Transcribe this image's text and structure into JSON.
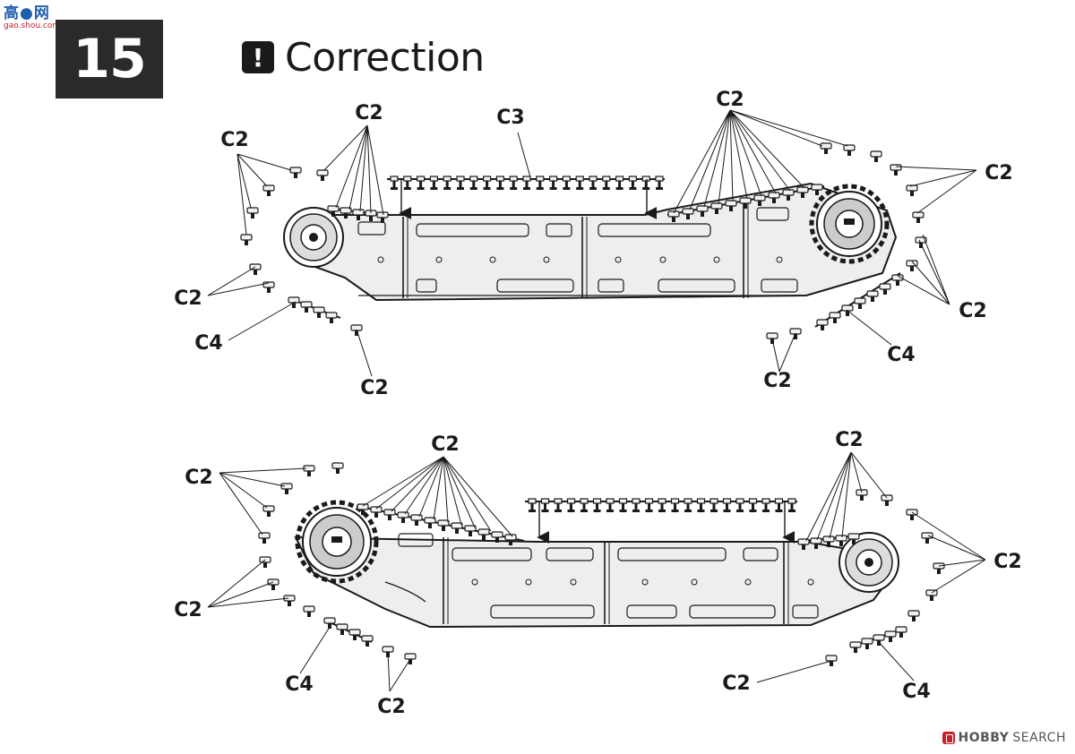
{
  "step": {
    "number": "15"
  },
  "header": {
    "icon": "exclamation-icon",
    "title": "Correction"
  },
  "watermark_site": {
    "cn": "高●网",
    "url": "gao.shou.com"
  },
  "watermark_brand": {
    "brand": "HOBBY",
    "suffix": "SEARCH"
  },
  "parts": {
    "link": "C2",
    "run_long": "C3",
    "run_short": "C4"
  },
  "assemblies": [
    {
      "id": "top",
      "labels": [
        {
          "text": "C2",
          "role": "single-links"
        },
        {
          "text": "C2",
          "role": "single-links"
        },
        {
          "text": "C3",
          "role": "top-run"
        },
        {
          "text": "C2",
          "role": "single-links"
        },
        {
          "text": "C2",
          "role": "single-links"
        },
        {
          "text": "C2",
          "role": "single-links"
        },
        {
          "text": "C2",
          "role": "single-links"
        },
        {
          "text": "C4",
          "role": "bottom-run"
        },
        {
          "text": "C2",
          "role": "single-links"
        },
        {
          "text": "C2",
          "role": "single-links"
        },
        {
          "text": "C4",
          "role": "bottom-run"
        }
      ]
    },
    {
      "id": "bottom",
      "labels": [
        {
          "text": "C2",
          "role": "single-links"
        },
        {
          "text": "C2",
          "role": "single-links"
        },
        {
          "text": "C2",
          "role": "single-links"
        },
        {
          "text": "C2",
          "role": "single-links"
        },
        {
          "text": "C2",
          "role": "single-links"
        },
        {
          "text": "C4",
          "role": "bottom-run"
        },
        {
          "text": "C2",
          "role": "single-links"
        },
        {
          "text": "C2",
          "role": "single-links"
        },
        {
          "text": "C4",
          "role": "bottom-run"
        }
      ]
    }
  ]
}
